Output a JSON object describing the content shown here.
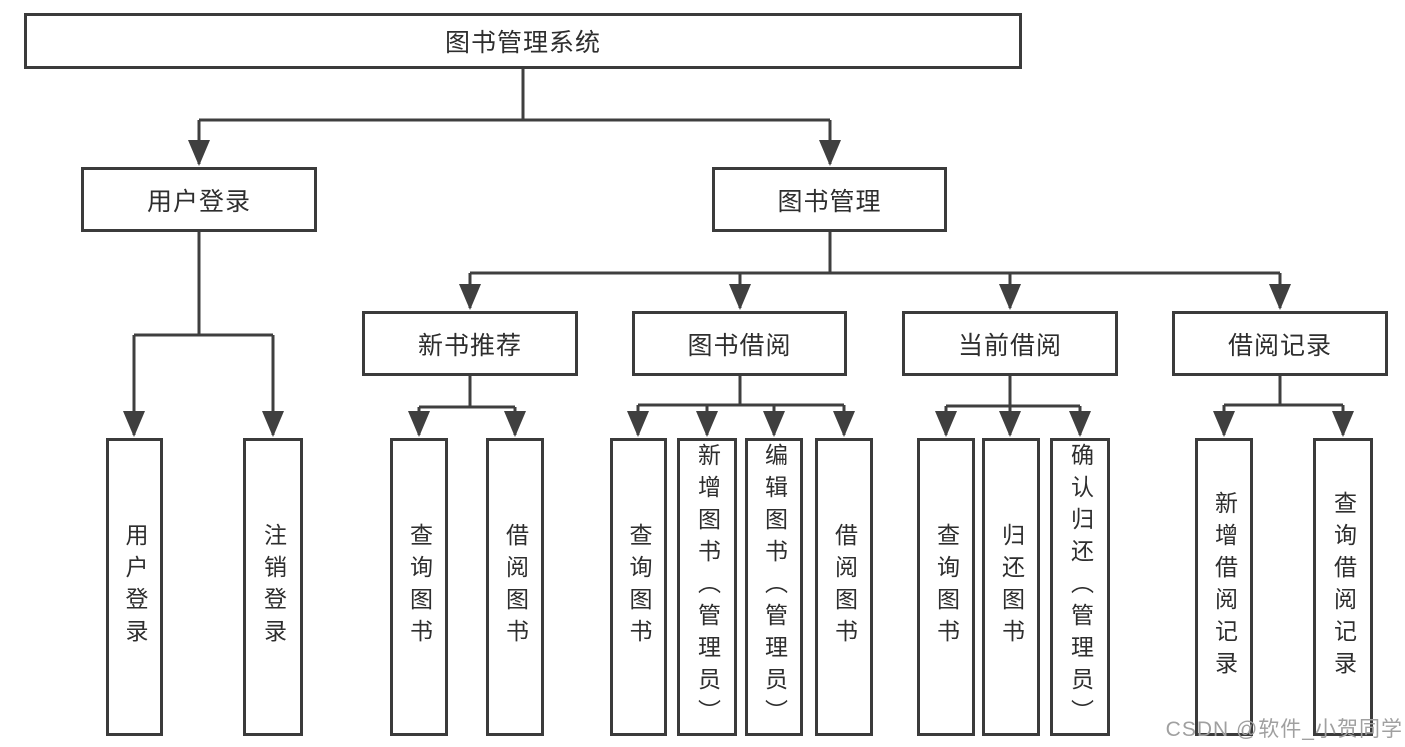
{
  "diagram": {
    "root": "图书管理系统",
    "branches": [
      {
        "label": "用户登录",
        "children": [
          "用户登录",
          "注销登录"
        ]
      },
      {
        "label": "图书管理",
        "children": [
          {
            "label": "新书推荐",
            "children": [
              "查询图书",
              "借阅图书"
            ]
          },
          {
            "label": "图书借阅",
            "children": [
              "查询图书",
              "新增图书（管理员）",
              "编辑图书（管理员）",
              "借阅图书"
            ]
          },
          {
            "label": "当前借阅",
            "children": [
              "查询图书",
              "归还图书",
              "确认归还（管理员）"
            ]
          },
          {
            "label": "借阅记录",
            "children": [
              "新增借阅记录",
              "查询借阅记录"
            ]
          }
        ]
      }
    ]
  },
  "colors": {
    "line": "#3f3f3f",
    "box_border": "#3b3b3b",
    "text": "#2e2e2e",
    "watermark_text": "#a0a0a0",
    "background": "#ffffff"
  },
  "watermark": "CSDN @软件_小贺同学"
}
